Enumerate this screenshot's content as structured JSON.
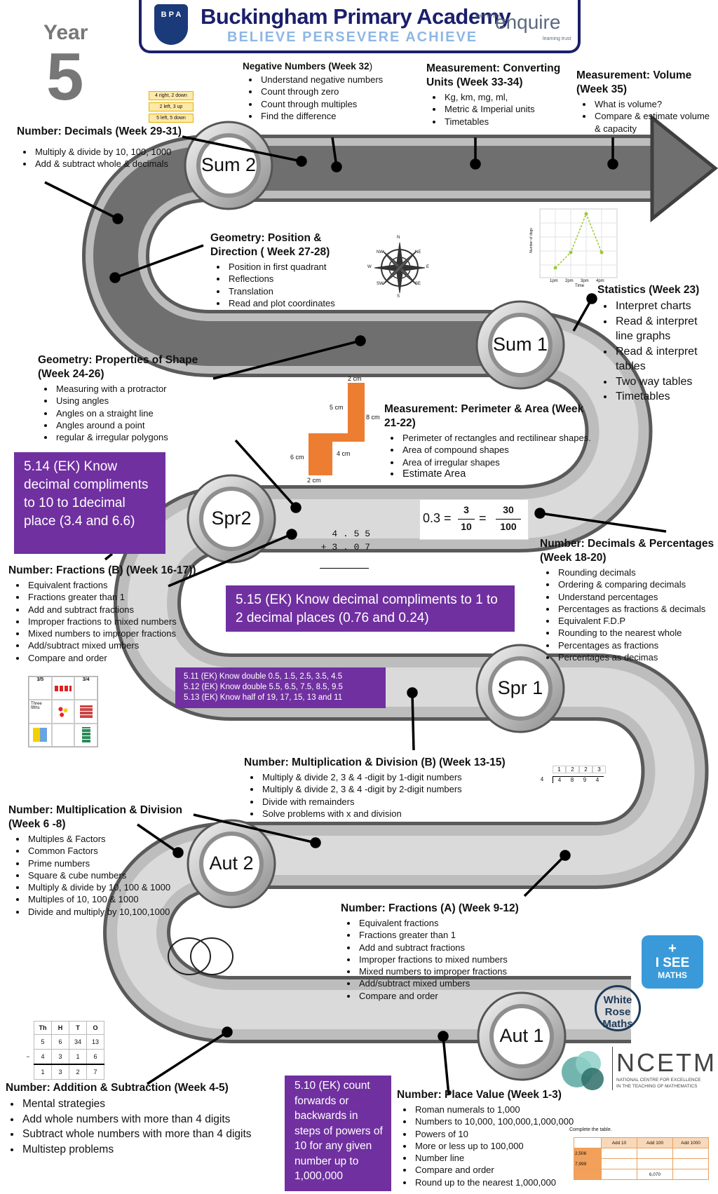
{
  "header": {
    "school_name": "Buckingham Primary Academy",
    "motto": "BELIEVE  PERSEVERE  ACHIEVE",
    "crest_text": "B P A",
    "partner_prefix": "part of the",
    "partner_name": "enquire",
    "partner_sub": "learning trust"
  },
  "year": {
    "word": "Year",
    "number": "5"
  },
  "rings": {
    "sum2": "Sum 2",
    "sum1": "Sum 1",
    "spr2": "Spr2",
    "spr1": "Spr 1",
    "aut2": "Aut 2",
    "aut1": "Aut 1"
  },
  "topics": {
    "decimals_29_31": {
      "title": "Number: Decimals (Week 29-31)",
      "items": [
        "Multiply & divide by 10, 100, 1000",
        "Add & subtract whole & decimals"
      ]
    },
    "negative_32": {
      "title": "Negative Numbers (Week 32",
      "title_tail": ")",
      "items": [
        "Understand negative numbers",
        "Count through zero",
        "Count through multiples",
        "Find the difference"
      ]
    },
    "converting_33_34": {
      "title": "Measurement: Converting Units (Week 33-34)",
      "items": [
        "Kg, km, mg, ml,",
        "Metric & Imperial units",
        "Timetables"
      ]
    },
    "volume_35": {
      "title": "Measurement: Volume (Week 35)",
      "items": [
        "What is volume?",
        "Compare & estimate volume & capacity"
      ]
    },
    "position_27_28": {
      "title": "Geometry: Position & Direction ( Week 27-28)",
      "items": [
        "Position in first quadrant",
        "Reflections",
        "Translation",
        "Read and plot coordinates"
      ]
    },
    "statistics_23": {
      "title": "Statistics (Week 23)",
      "items": [
        "Interpret charts",
        "Read & interpret line graphs",
        "Read & interpret tables",
        "Two way tables",
        "Timetables"
      ]
    },
    "shape_24_26": {
      "title": "Geometry: Properties of Shape (Week 24-26)",
      "items": [
        "Measuring with a protractor",
        "Using angles",
        "Angles on a straight line",
        "Angles around a point",
        "regular & irregular polygons"
      ]
    },
    "perimeter_21_22": {
      "title": "Measurement: Perimeter & Area (Week 21-22)",
      "items": [
        "Perimeter of rectangles and rectilinear shapes.",
        "Area of compound shapes",
        "Area of irregular shapes",
        "Estimate Area"
      ]
    },
    "fractions_b_16_17": {
      "title": "Number: Fractions (B)  (Week 16-17))",
      "items": [
        "Equivalent fractions",
        "Fractions greater than 1",
        "Add and subtract fractions",
        "Improper fractions to mixed numbers",
        "Mixed numbers to improper fractions",
        "Add/subtract mixed umbers",
        "Compare and order"
      ]
    },
    "decimals_pct_18_20": {
      "title": "Number: Decimals & Percentages (Week 18-20)",
      "items": [
        "Rounding decimals",
        "Ordering & comparing decimals",
        "Understand percentages",
        "Percentages as fractions & decimals",
        "Equivalent F.D.P",
        "Rounding to the nearest whole",
        "Percentages as fractions",
        "Percentages as decimas"
      ]
    },
    "mult_div_b_13_15": {
      "title": "Number: Multiplication & Division (B) (Week 13-15)",
      "items": [
        "Multiply & divide 2, 3 & 4 -digit by 1-digit numbers",
        "Multiply & divide 2, 3 & 4 -digit by 2-digit numbers",
        "Divide with remainders",
        "Solve problems with x and division"
      ]
    },
    "mult_div_6_8": {
      "title": "Number: Multiplication & Division (Week 6 -8)",
      "items": [
        "Multiples & Factors",
        "Common Factors",
        "Prime numbers",
        "Square & cube numbers",
        "Multiply & divide by 10, 100 & 1000",
        "Multiples of 10, 100 & 1000",
        "Divide and multiply by 10,100,1000"
      ]
    },
    "fractions_a_9_12": {
      "title": "Number: Fractions (A)  (Week 9-12)",
      "items": [
        "Equivalent fractions",
        "Fractions greater than 1",
        "Add and subtract fractions",
        "Improper fractions to mixed numbers",
        "Mixed numbers to improper fractions",
        "Add/subtract mixed umbers",
        "Compare and order"
      ]
    },
    "add_sub_4_5": {
      "title": "Number: Addition & Subtraction (Week 4-5)",
      "items": [
        "Mental strategies",
        "Add whole numbers with more than 4 digits",
        "Subtract whole numbers with more than 4 digits",
        "Multistep problems"
      ]
    },
    "place_value_1_3": {
      "title": "Number: Place Value (Week 1-3)",
      "items": [
        "Roman numerals to 1,000",
        "Numbers to 10,000, 100,000,1,000,000",
        "Powers of 10",
        "More or less up to 100,000",
        "Number line",
        "Compare and order",
        "Round up to the nearest 1,000,000"
      ]
    }
  },
  "ek": {
    "ek_514": "5.14 (EK) Know decimal compliments to 10 to 1decimal place (3.4 and 6.6)",
    "ek_515": "5.15 (EK) Know decimal compliments to 1 to 2 decimal places (0.76 and 0.24)",
    "ek_511": "5.11 (EK) Know double 0.5, 1.5, 2.5, 3.5, 4.5",
    "ek_512": "5.12 (EK) Know double 5.5, 6.5, 7.5, 8.5, 9.5",
    "ek_513": "5.13 (EK) Know half of 19, 17, 15, 13 and 11",
    "ek_510": "5.10 (EK) count forwards or backwards in steps of powers of 10 for any given number up to 1,000,000"
  },
  "images": {
    "directions": [
      "4 right, 2 down",
      "2 left, 3 up",
      "5 left, 5 down"
    ],
    "compass": [
      "N",
      "NE",
      "E",
      "SE",
      "S",
      "SW",
      "W",
      "NW"
    ],
    "graph_xlabels": [
      "1pm",
      "2pm",
      "3pm",
      "4pm"
    ],
    "graph_xtitle": "Time",
    "graph_ytitle": "Number of dogs",
    "shape_labels": [
      "2 cm",
      "5 cm",
      "8 cm",
      "4 cm",
      "6 cm",
      "2 cm"
    ],
    "fraction_eq": {
      "lead": "0.3 =",
      "n1": "3",
      "d1": "10",
      "eq": "=",
      "n2": "30",
      "d2": "100"
    },
    "column_add": {
      "top": "4 . 5 5",
      "bottom": "+ 3 . 0 7"
    },
    "short_div": {
      "quot": [
        "1",
        "2",
        "2",
        "3"
      ],
      "divisor": "4",
      "dividend": [
        "4",
        "8",
        "9",
        "4"
      ]
    },
    "subtraction": {
      "head": [
        "Th",
        "H",
        "T",
        "O"
      ],
      "r1": [
        "5",
        "6",
        "34",
        "13"
      ],
      "r2": [
        "4",
        "3",
        "1",
        "6"
      ],
      "r3": [
        "1",
        "3",
        "2",
        "7"
      ],
      "op": "−"
    },
    "fraction_grid_labels": [
      "3/5",
      "3/4",
      "Three fifths"
    ],
    "table_title": "Complete the table.",
    "table_head": [
      "Add 10",
      "Add 100",
      "Add 1000"
    ],
    "table_rows": [
      [
        "2,506",
        "",
        "",
        ""
      ],
      [
        "7,999",
        "",
        "",
        ""
      ],
      [
        "",
        "",
        "6,070",
        ""
      ]
    ]
  },
  "logos": {
    "isee_line1": "I SEE",
    "isee_line2": "MATHS",
    "wrm": [
      "White",
      "Rose",
      "Maths"
    ],
    "ncetm": "NCETM",
    "ncetm_sub1": "NATIONAL CENTRE FOR EXCELLENCE",
    "ncetm_sub2": "IN THE TEACHING OF MATHEMATICS"
  },
  "colors": {
    "navy": "#1b1f6b",
    "purple": "#7030a0",
    "road_dark": "#8a8a8a",
    "road_light": "#d9d9d9",
    "orange": "#ed7d31"
  }
}
